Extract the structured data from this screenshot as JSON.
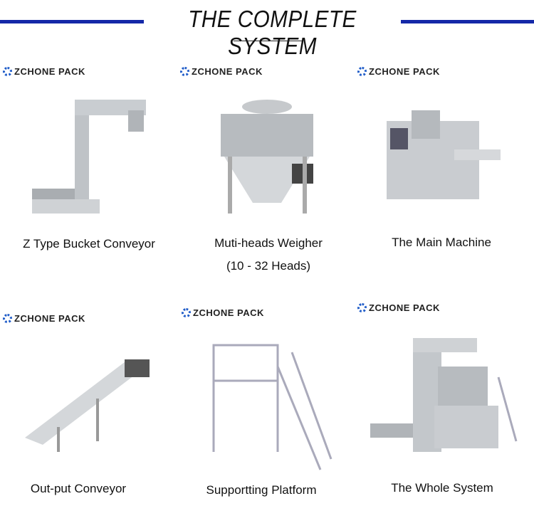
{
  "header": {
    "title": "THE COMPLETE SYSTEM",
    "accent": "#1428a8"
  },
  "brand": "ZCHONE PACK",
  "items": [
    {
      "caption": "Z Type Bucket Conveyor"
    },
    {
      "caption": "Muti-heads Weigher",
      "caption2": "(10 - 32 Heads)"
    },
    {
      "caption": "The Main Machine"
    },
    {
      "caption": "Out-put Conveyor"
    },
    {
      "caption": "Supportting Platform"
    },
    {
      "caption": "The Whole System"
    }
  ]
}
